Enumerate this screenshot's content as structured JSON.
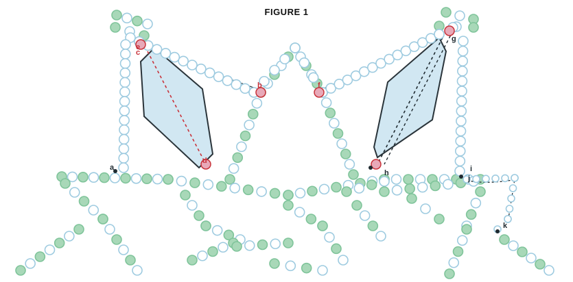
{
  "figure": {
    "title": "FIGURE 1",
    "colors": {
      "bead_green": "#7fc49a",
      "bead_green_fill": "#a8d8b8",
      "bead_blue": "#9ecbe0",
      "bead_outline": "#8fa3ad",
      "thread_dark": "#1f2a30",
      "label_red": "#c8323a",
      "marker_pink": "#e8a9b8",
      "diamond_fill": "#cfe6f2"
    }
  },
  "labels": {
    "a": "a",
    "b": "b",
    "c": "c",
    "d": "d",
    "e": "e",
    "f": "f",
    "g": "g",
    "h": "h",
    "i": "i",
    "j": "j",
    "k": "k"
  }
}
